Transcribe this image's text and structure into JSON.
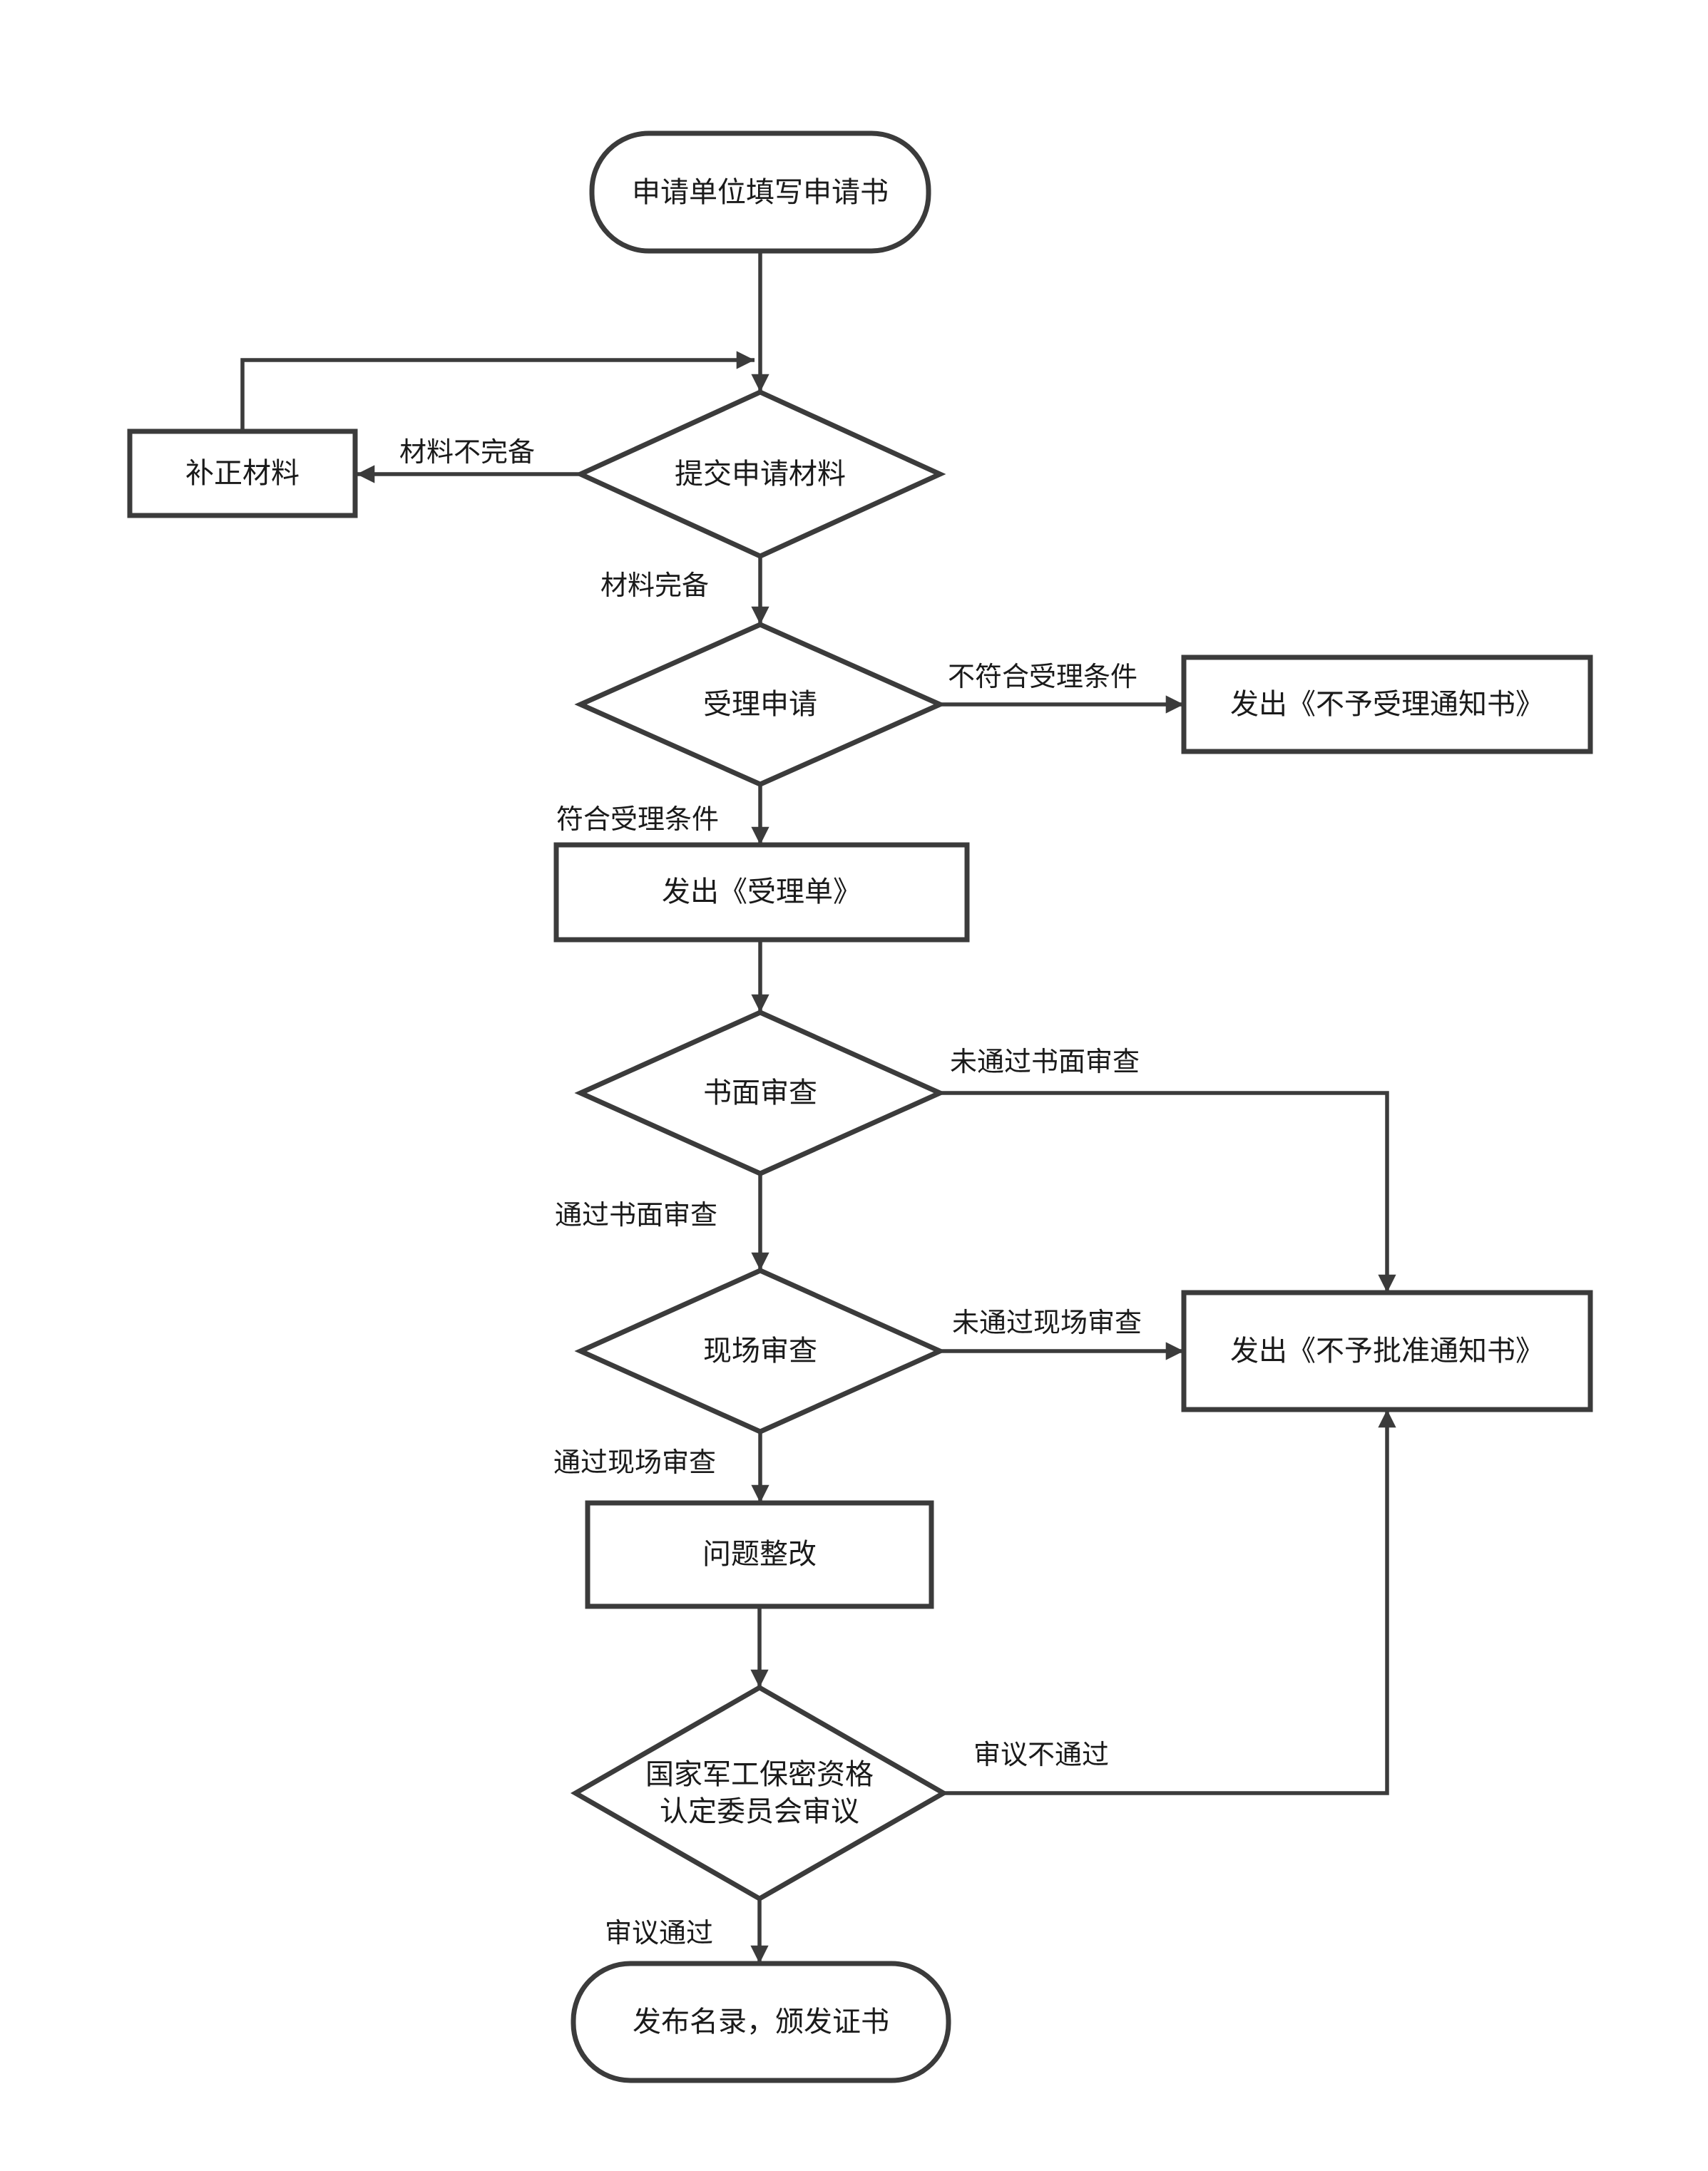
{
  "diagram": {
    "type": "flowchart",
    "language": "zh-CN",
    "colors": {
      "background": "#ffffff",
      "shape_stroke": "#3b3b3b",
      "shape_fill": "#ffffff",
      "text": "#1a1a1a"
    },
    "nodes": {
      "start": {
        "type": "terminator",
        "label": "申请单位填写申请书"
      },
      "submit_materials": {
        "type": "decision",
        "label": "提交申请材料"
      },
      "correct_materials": {
        "type": "process",
        "label": "补正材料"
      },
      "accept_request": {
        "type": "decision",
        "label": "受理申请"
      },
      "notice_no_accept": {
        "type": "process",
        "label": "发出《不予受理通知书》"
      },
      "issue_form": {
        "type": "process",
        "label": "发出《受理单》"
      },
      "written_review": {
        "type": "decision",
        "label": "书面审查"
      },
      "onsite_review": {
        "type": "decision",
        "label": "现场审查"
      },
      "notice_no_approve": {
        "type": "process",
        "label": "发出《不予批准通知书》"
      },
      "rectify": {
        "type": "process",
        "label": "问题整改"
      },
      "committee_review": {
        "type": "decision",
        "label_line1": "国家军工保密资格",
        "label_line2": "认定委员会审议"
      },
      "end": {
        "type": "terminator",
        "label": "发布名录，颁发证书"
      }
    },
    "edge_labels": {
      "materials_incomplete": "材料不完备",
      "materials_complete": "材料完备",
      "not_meet_conditions": "不符合受理条件",
      "meet_conditions": "符合受理条件",
      "fail_written_review": "未通过书面审查",
      "pass_written_review": "通过书面审查",
      "fail_onsite_review": "未通过现场审查",
      "pass_onsite_review": "通过现场审查",
      "fail_committee": "审议不通过",
      "pass_committee": "审议通过"
    }
  }
}
